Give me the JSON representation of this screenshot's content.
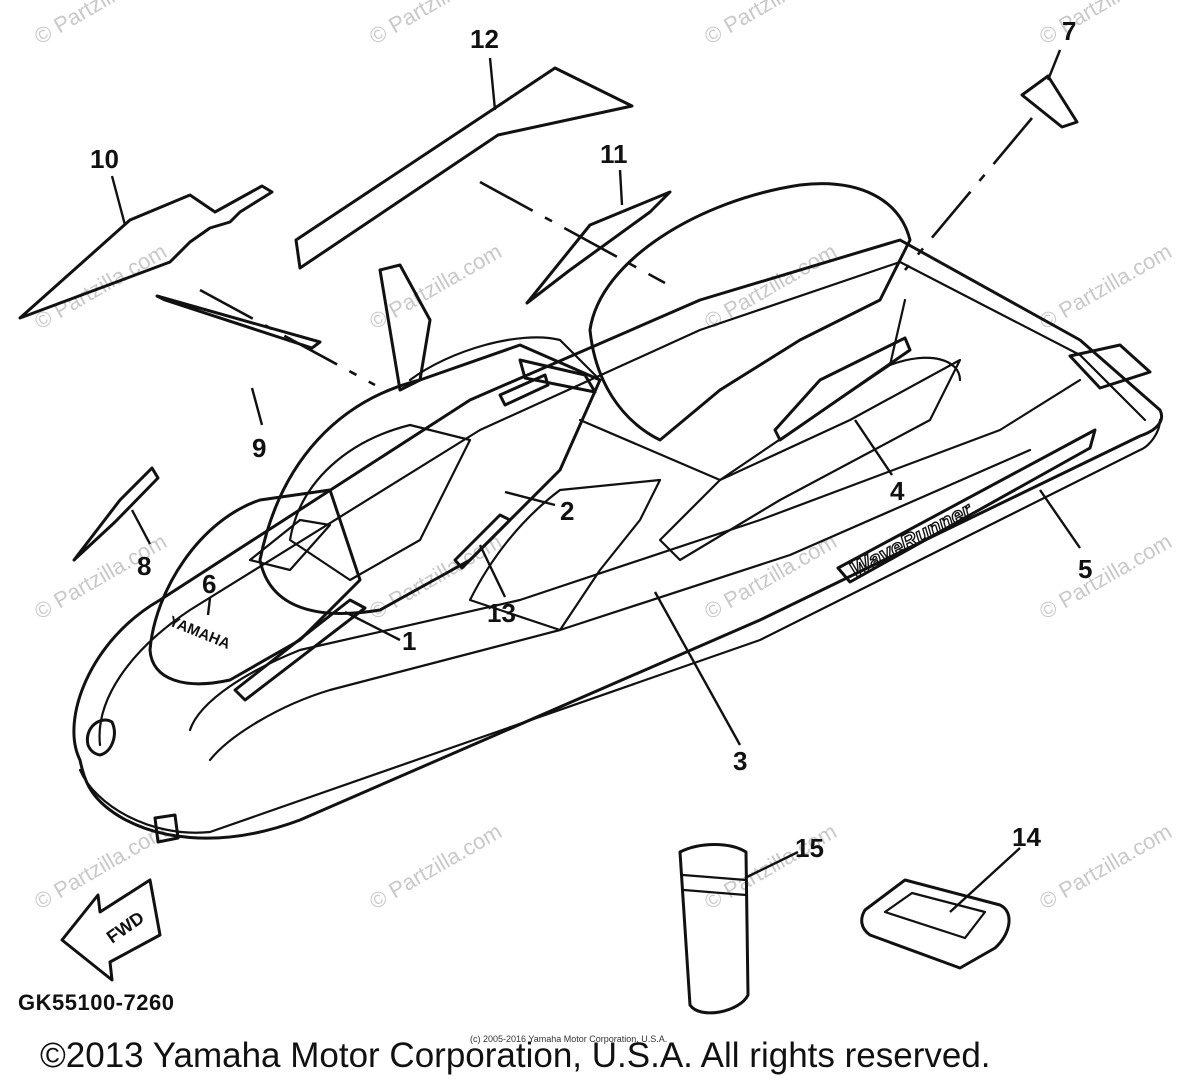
{
  "watermark": "© Partzilla.com",
  "callouts": [
    "1",
    "2",
    "3",
    "4",
    "5",
    "6",
    "7",
    "8",
    "9",
    "10",
    "11",
    "12",
    "13",
    "14",
    "15"
  ],
  "hull_decal_text": "WaveRunner",
  "bow_decal_text": "YAMAHA",
  "fwd_arrow_text": "FWD",
  "part_code": "GK55100-7260",
  "small_copyright": "(c) 2005-2016 Yamaha Motor Corporation, U.S.A.",
  "copyright": "©2013 Yamaha Motor Corporation, U.S.A. All rights reserved."
}
